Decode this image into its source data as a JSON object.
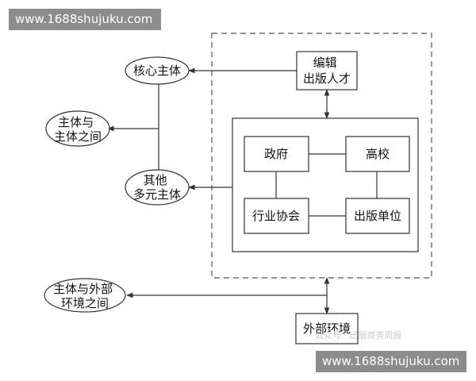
{
  "watermarks": {
    "top": "www.1688shujuku.com",
    "bottom": "www.1688shujuku.com"
  },
  "faint_watermark": {
    "text": "公众号 · 出版商务周报"
  },
  "nodes": {
    "editorial_talent": {
      "lines": [
        "编辑",
        "出版人才"
      ]
    },
    "government": {
      "lines": [
        "政府"
      ]
    },
    "university": {
      "lines": [
        "高校"
      ]
    },
    "industry_association": {
      "lines": [
        "行业协会"
      ]
    },
    "publishing_unit": {
      "lines": [
        "出版单位"
      ]
    },
    "external_environment": {
      "lines": [
        "外部环境"
      ]
    },
    "core_subject": {
      "lines": [
        "核心主体"
      ]
    },
    "subject_to_subject": {
      "lines": [
        "主体与",
        "主体之间"
      ]
    },
    "other_subjects": {
      "lines": [
        "其他",
        "多元主体"
      ]
    },
    "subject_to_environment": {
      "lines": [
        "主体与外部",
        "环境之间"
      ]
    }
  },
  "colors": {
    "stroke": "#333333",
    "watermark_bg": "#8c8c8c"
  }
}
